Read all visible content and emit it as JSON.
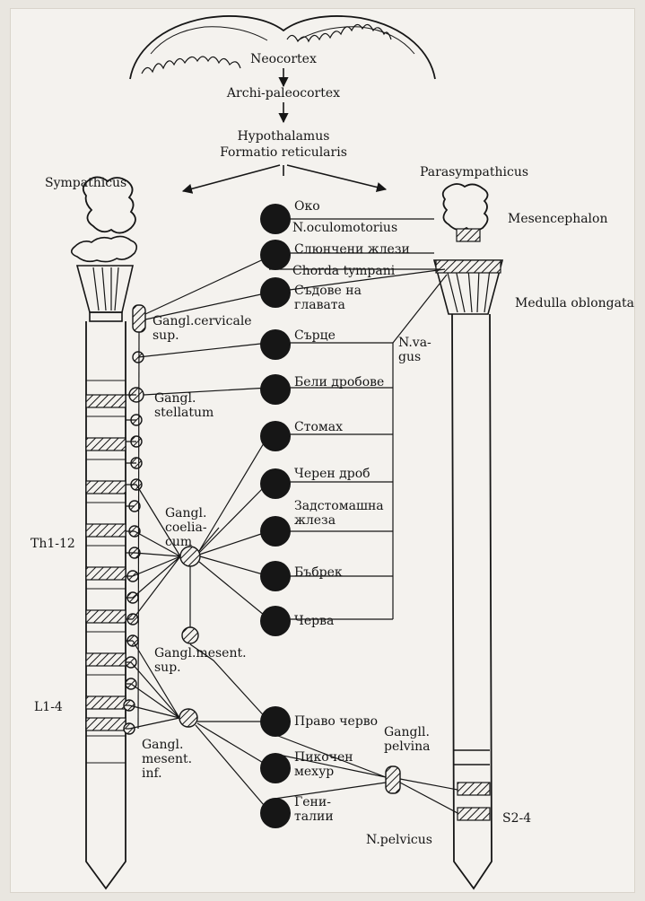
{
  "brain": {
    "neocortex": "Neocortex",
    "archi_paleocortex": "Archi-paleocortex",
    "hypothalamus": "Hypothalamus",
    "formatio_reticularis": "Formatio reticularis"
  },
  "divisions": {
    "sympathicus": "Sympathicus",
    "parasympathicus": "Parasympathicus"
  },
  "parasympathetic_parts": {
    "mesencephalon": "Mesencephalon",
    "medulla_oblongata": "Medulla oblongata",
    "n_oculomotorius": "N.oculomotorius",
    "chorda_tympani": "Chorda tympani",
    "n_vagus": "N.va-\ngus",
    "gangl_pelvina": "Gangll.\npelvina",
    "n_pelvicus": "N.pelvicus",
    "s2_4": "S2-4"
  },
  "sympathetic_parts": {
    "gangl_cervicale_sup": "Gangl.cervicale\nsup.",
    "gangl_stellatum": "Gangl.\nstellatum",
    "gangl_coeliacum": "Gangl.\ncoelia-\ncum",
    "gangl_mesent_sup": "Gangl.mesent.\nsup.",
    "gangl_mesent_inf": "Gangl.\nmesent.\ninf.",
    "th1_12": "Th1-12",
    "l1_4": "L1-4"
  },
  "organs": {
    "eye": "Око",
    "salivary_glands": "Слюнчени жлези",
    "head_vessels": "Съдове на\nглавата",
    "heart": "Сърце",
    "lungs": "Бели дробове",
    "stomach": "Стомах",
    "liver": "Черен дроб",
    "pancreas": "Задстомашна\nжлеза",
    "kidney": "Бъбрек",
    "intestine": "Черва",
    "rectum": "Право черво",
    "bladder": "Пикочен\nмехур",
    "genitals": "Гени-\nталии"
  },
  "colors": {
    "background": "#f4f2ee",
    "page": "#e9e6e0",
    "ink": "#161616"
  }
}
